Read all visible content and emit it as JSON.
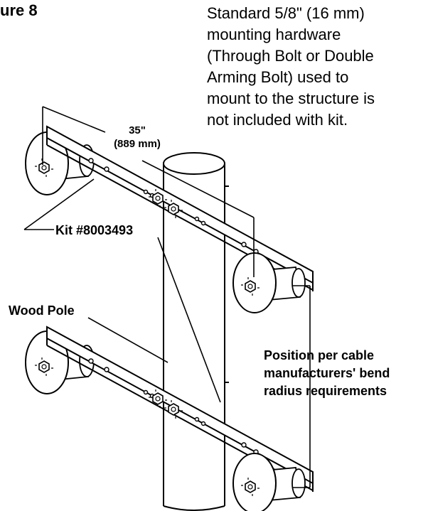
{
  "title": "ure 8",
  "note": [
    "Standard 5/8\" (16 mm)",
    "mounting hardware",
    "(Through Bolt or Double",
    "Arming Bolt) used to",
    "mount to the structure is",
    "not included with kit."
  ],
  "dimension": [
    "35\"",
    "(889 mm)"
  ],
  "labels": {
    "kit": "Kit #8003493",
    "wood_pole": "Wood Pole"
  },
  "position_note": [
    "Position per cable",
    "manufacturers' bend",
    "radius requirements"
  ]
}
